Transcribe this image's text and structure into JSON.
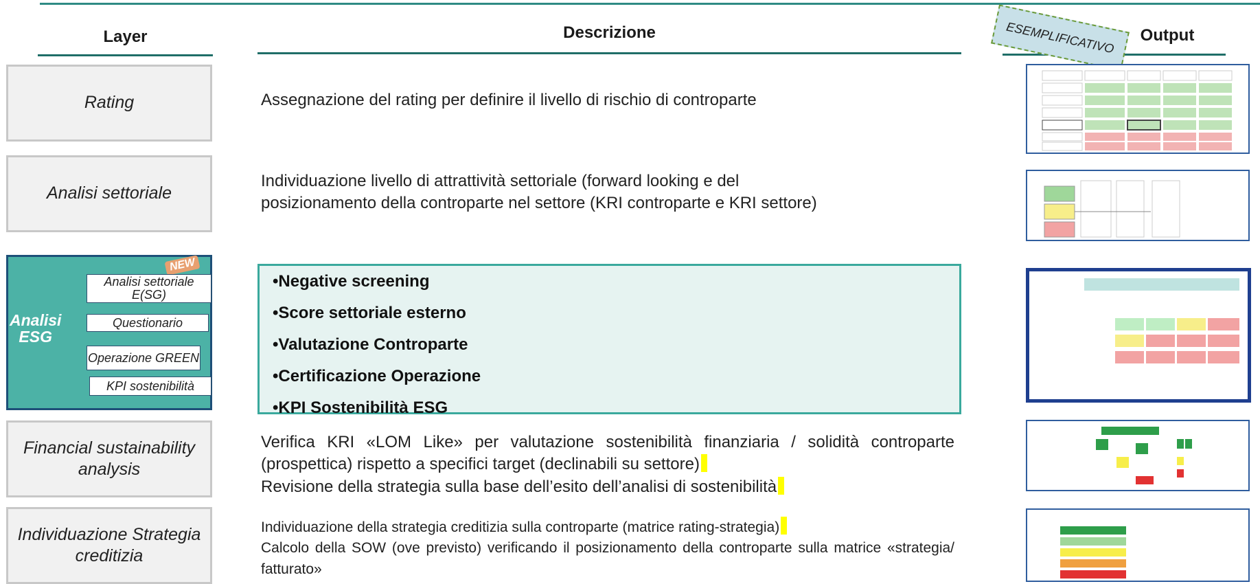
{
  "headers": {
    "layer": "Layer",
    "descrizione": "Descrizione",
    "output": "Output"
  },
  "stamp": "ESEMPLIFICATIVO",
  "rows": [
    {
      "layer": "Rating",
      "desc": [
        "Assegnazione del rating per definire il livello di rischio di controparte"
      ]
    },
    {
      "layer": "Analisi settoriale",
      "desc": [
        "Individuazione livello di attrattività settoriale (forward looking e del",
        "posizionamento della controparte nel settore (KRI controparte e KRI settore)"
      ]
    },
    {
      "layer": "Financial sustainability analysis",
      "desc": [
        "Verifica KRI «LOM Like» per valutazione sostenibilità finanziaria / solidità controparte (prospettica) rispetto a specifici target (declinabili su settore)",
        "Revisione della strategia sulla base dell’esito dell’analisi di sostenibilità"
      ]
    },
    {
      "layer": "Individuazione Strategia creditizia",
      "desc": [
        "Individuazione della strategia creditizia sulla controparte (matrice rating-strategia)",
        "Calcolo della SOW (ove previsto) verificando il posizionamento della controparte sulla matrice «strategia/ fatturato»"
      ]
    }
  ],
  "esg": {
    "label_line1": "Analisi",
    "label_line2": "ESG",
    "badge": "NEW",
    "sublayers": [
      "Analisi settoriale E(SG)",
      "Questionario",
      "Operazione GREEN",
      "KPI sostenibilità"
    ],
    "bullets": [
      "Negative screening",
      "Score settoriale esterno",
      "Valutazione Controparte",
      "Certificazione Operazione",
      "KPI Sostenibilità ESG"
    ]
  },
  "colors": {
    "teal": "#4cb2a6",
    "accent": "#1f6e68",
    "highlight": "#ffff00"
  }
}
